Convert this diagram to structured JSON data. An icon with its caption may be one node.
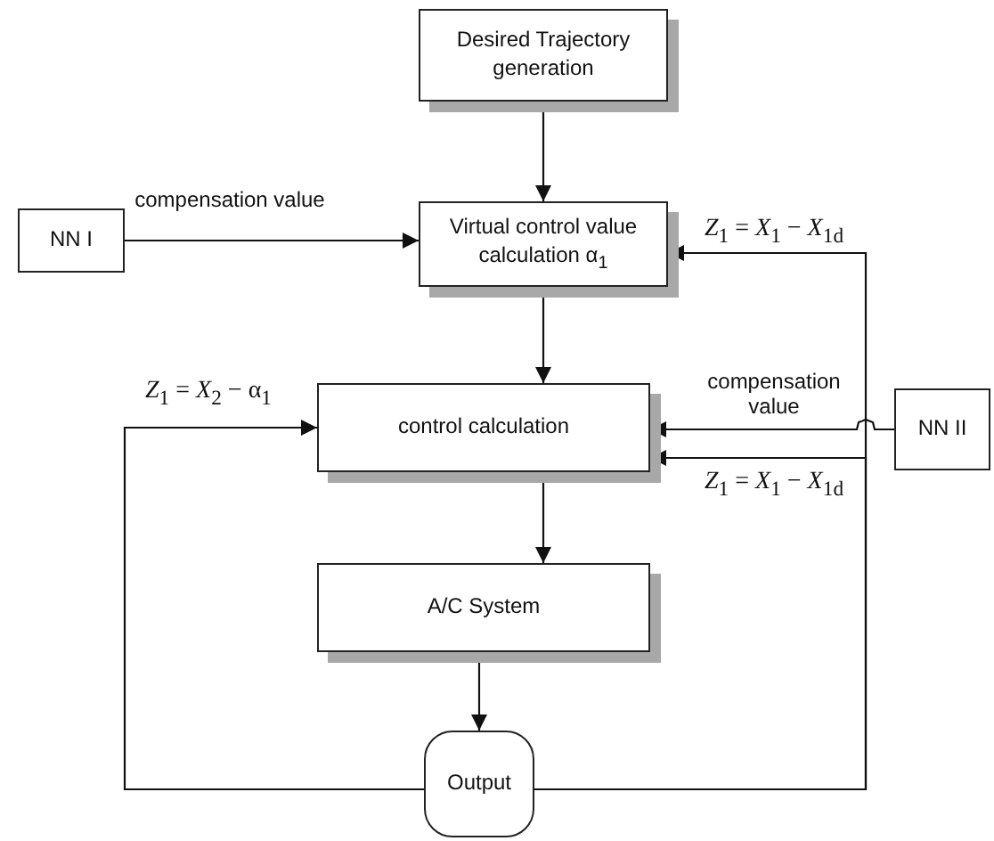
{
  "diagram": {
    "nodes": [
      {
        "text": [
          "Desired Trajectory generation"
        ]
      },
      {
        "text": [
          "NN I"
        ]
      },
      {
        "text": [
          "Virtual control value calculation α$_{1}$"
        ]
      },
      {
        "text": [
          "control calculation"
        ]
      },
      {
        "text": [
          "NN II"
        ]
      },
      {
        "text": [
          "A/C System"
        ]
      },
      {
        "text": [
          "Output"
        ]
      }
    ],
    "edges": [
      {
        "from": 0,
        "to": 2,
        "arrow": "to"
      },
      {
        "from": 1,
        "to": 2,
        "arrow": "to",
        "label": "compensation value"
      },
      {
        "from": 6,
        "to": 2,
        "arrow": "to",
        "label": "*Z*$_{1}$ = *X*$_{1}$ − *X*$_{1d}$"
      },
      {
        "from": 2,
        "to": 3,
        "arrow": "to"
      },
      {
        "from": 6,
        "to": 3,
        "arrow": "to",
        "label": "*Z*$_{1}$ = *X*$_{2}$ − α$_{1}$"
      },
      {
        "from": 4,
        "to": 3,
        "arrow": "to",
        "label": "compensation value"
      },
      {
        "from": 6,
        "to": 3,
        "arrow": "to",
        "label": "*Z*$_{1}$ = *X*$_{1}$ − *X*$_{1d}$"
      },
      {
        "from": 3,
        "to": 5,
        "arrow": "to"
      },
      {
        "from": 5,
        "to": 6,
        "arrow": "to"
      }
    ]
  }
}
